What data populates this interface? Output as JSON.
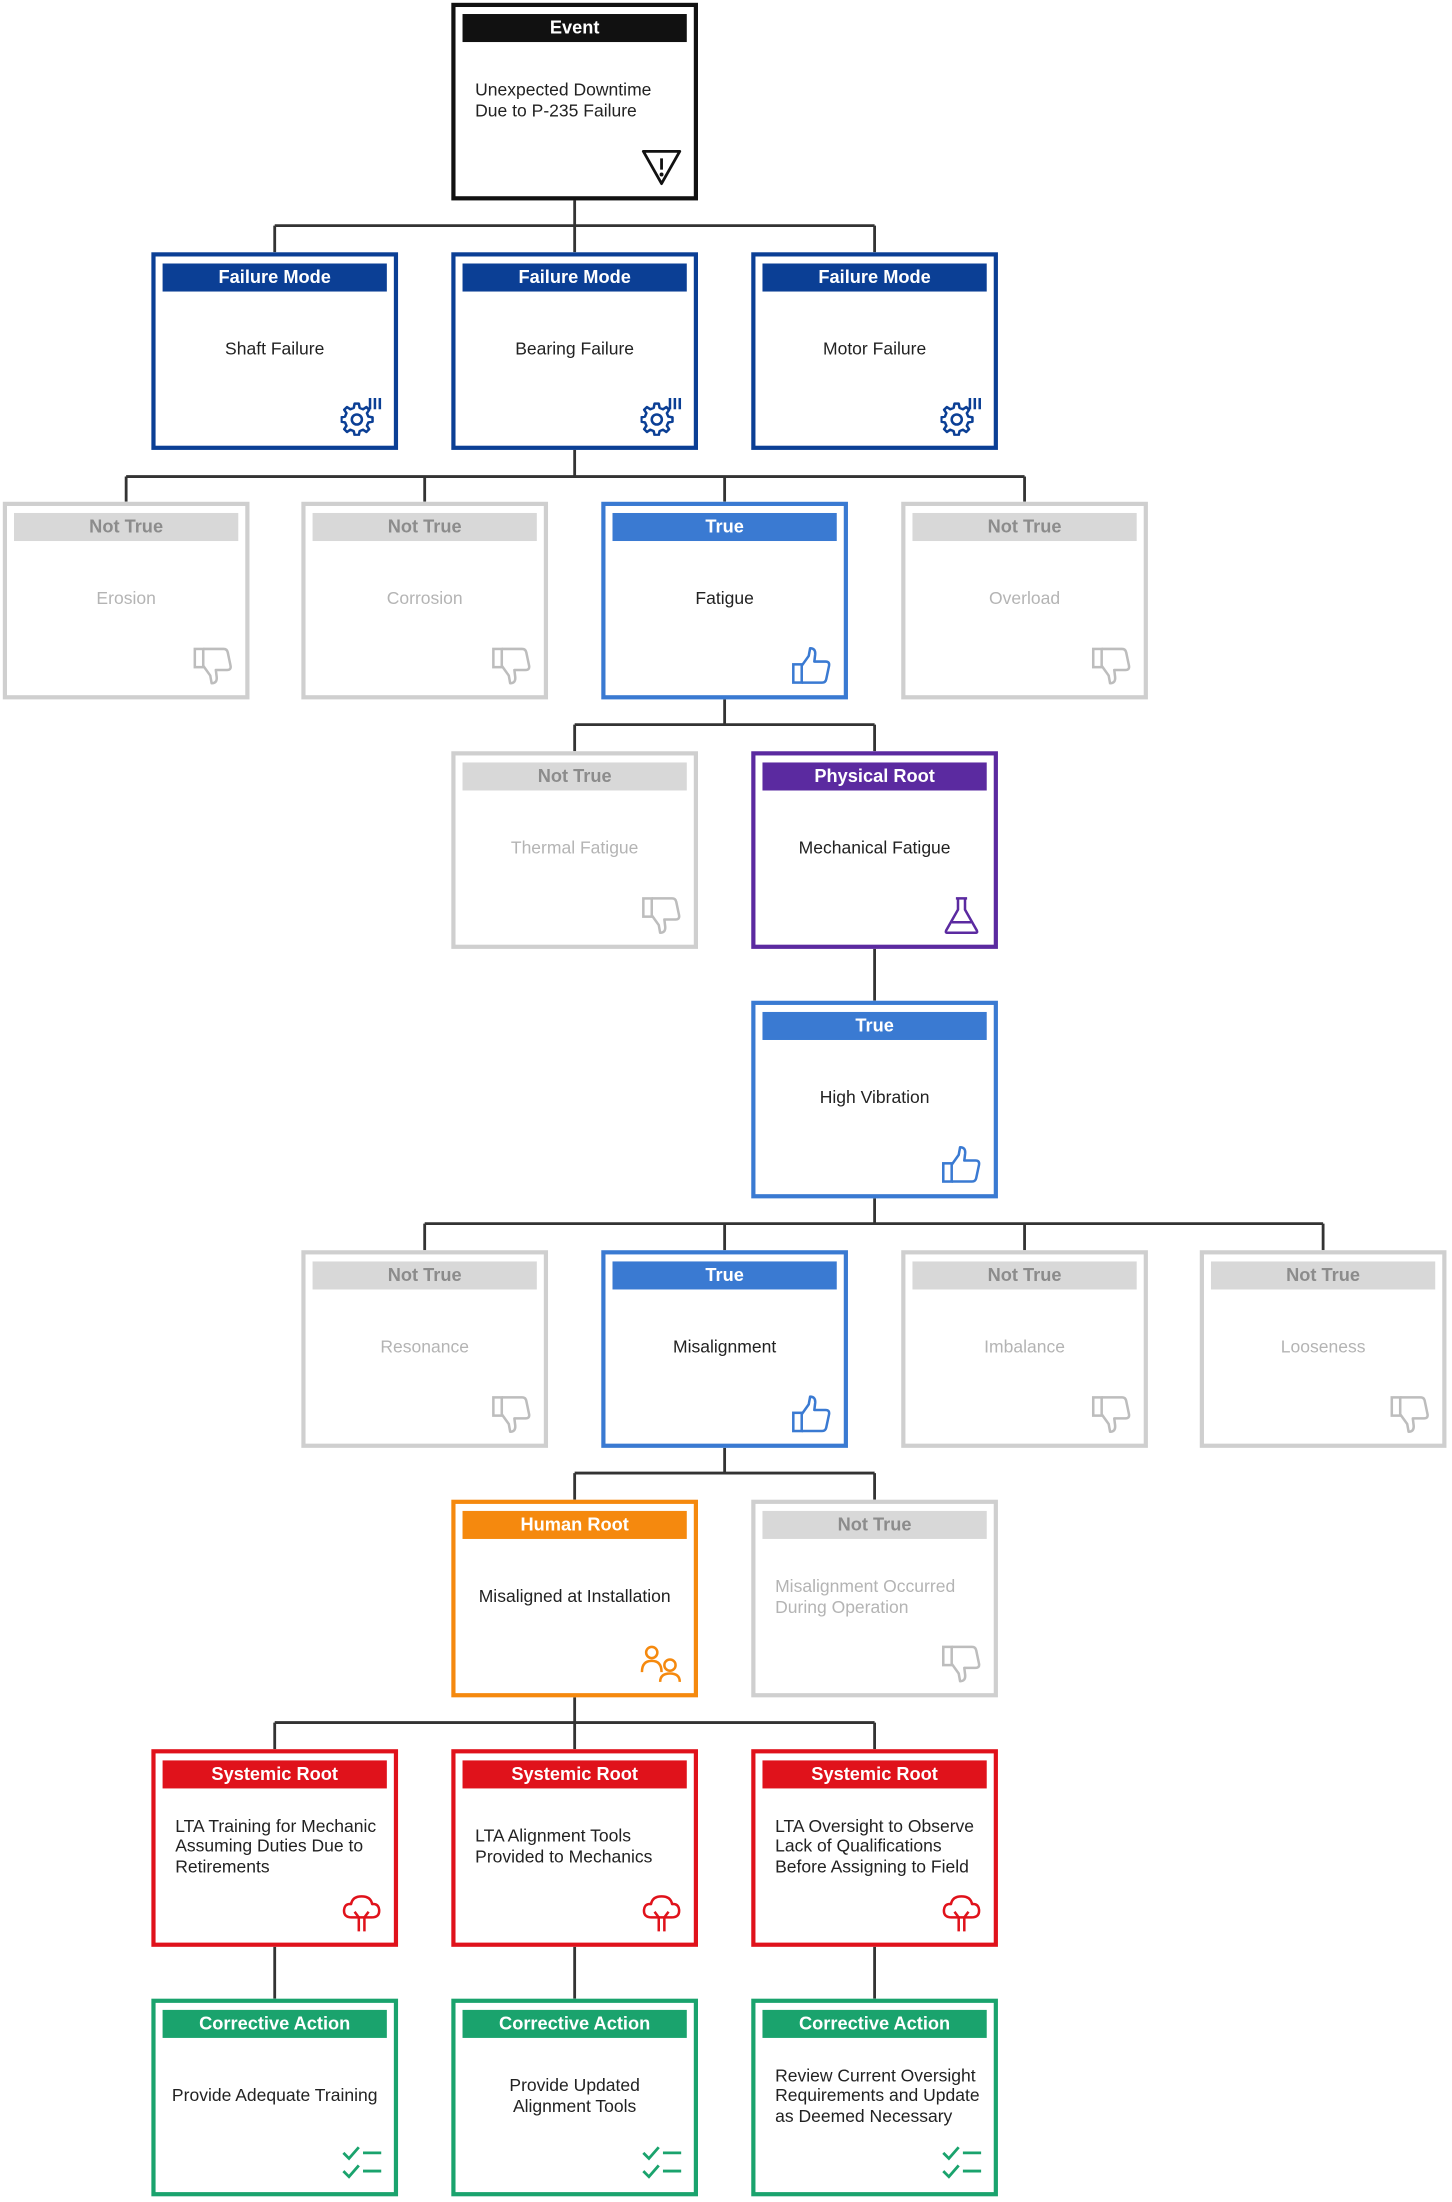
{
  "colors": {
    "event": "#111111",
    "failure_mode": "#0b3f95",
    "not_true": "#cfcfcf",
    "true": "#3a7ad2",
    "physical_root": "#5b2aa0",
    "human_root": "#f5890e",
    "systemic_root": "#e0121b",
    "corrective_action": "#1aa36d",
    "connector": "#333333"
  },
  "event": {
    "label": "Event",
    "text": "Unexpected Downtime\nDue to P-235 Failure",
    "icon": "warning-triangle-icon"
  },
  "failure_modes": [
    {
      "label": "Failure Mode",
      "text": "Shaft Failure",
      "icon": "gear-icon"
    },
    {
      "label": "Failure Mode",
      "text": "Bearing Failure",
      "icon": "gear-icon"
    },
    {
      "label": "Failure Mode",
      "text": "Motor Failure",
      "icon": "gear-icon"
    }
  ],
  "bearing_causes": [
    {
      "label": "Not True",
      "text": "Erosion",
      "icon": "thumbs-down-icon"
    },
    {
      "label": "Not True",
      "text": "Corrosion",
      "icon": "thumbs-down-icon"
    },
    {
      "label": "True",
      "text": "Fatigue",
      "icon": "thumbs-up-icon"
    },
    {
      "label": "Not True",
      "text": "Overload",
      "icon": "thumbs-down-icon"
    }
  ],
  "fatigue_causes": [
    {
      "label": "Not True",
      "text": "Thermal Fatigue",
      "icon": "thumbs-down-icon"
    },
    {
      "label": "Physical Root",
      "text": "Mechanical Fatigue",
      "icon": "flask-icon"
    }
  ],
  "mechanical_cause": {
    "label": "True",
    "text": "High Vibration",
    "icon": "thumbs-up-icon"
  },
  "vibration_causes": [
    {
      "label": "Not True",
      "text": "Resonance",
      "icon": "thumbs-down-icon"
    },
    {
      "label": "True",
      "text": "Misalignment",
      "icon": "thumbs-up-icon"
    },
    {
      "label": "Not True",
      "text": "Imbalance",
      "icon": "thumbs-down-icon"
    },
    {
      "label": "Not True",
      "text": "Looseness",
      "icon": "thumbs-down-icon"
    }
  ],
  "misalignment_causes": [
    {
      "label": "Human Root",
      "text": "Misaligned at Installation",
      "icon": "people-icon"
    },
    {
      "label": "Not True",
      "text": "Misalignment Occurred\nDuring Operation",
      "icon": "thumbs-down-icon"
    }
  ],
  "systemic_roots": [
    {
      "label": "Systemic Root",
      "text": "LTA Training for Mechanic\nAssuming Duties Due to\nRetirements",
      "icon": "tree-icon"
    },
    {
      "label": "Systemic Root",
      "text": "LTA Alignment Tools\nProvided to Mechanics",
      "icon": "tree-icon"
    },
    {
      "label": "Systemic Root",
      "text": "LTA Oversight to Observe\nLack of Qualifications\nBefore Assigning to Field",
      "icon": "tree-icon"
    }
  ],
  "corrective_actions": [
    {
      "label": "Corrective Action",
      "text": "Provide Adequate  Training",
      "icon": "checklist-icon"
    },
    {
      "label": "Corrective Action",
      "text": "Provide Updated\nAlignment Tools",
      "icon": "checklist-icon"
    },
    {
      "label": "Corrective Action",
      "text": "Review Current Oversight\nRequirements and Update\nas Deemed Necessary",
      "icon": "checklist-icon"
    }
  ]
}
